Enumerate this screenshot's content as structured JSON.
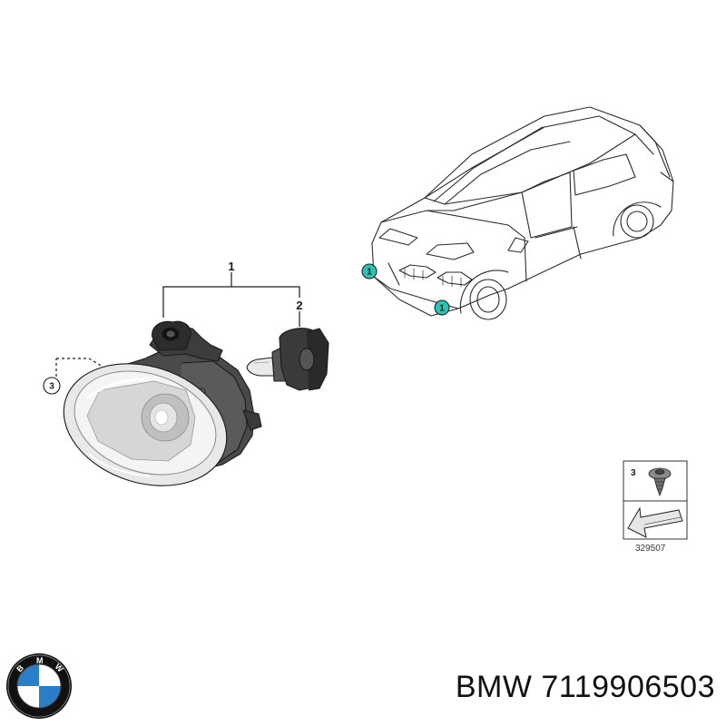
{
  "callouts": {
    "assembly": "1",
    "bulb": "2",
    "screw": "3"
  },
  "car_markers": {
    "left": "1",
    "right": "1"
  },
  "accent_color": "#2ec2b4",
  "parts_box": {
    "item_number": "3",
    "reference_code": "329507"
  },
  "footer": {
    "brand": "BMW",
    "part_number": "7119906503"
  },
  "logo": {
    "lettering": "BMW"
  }
}
